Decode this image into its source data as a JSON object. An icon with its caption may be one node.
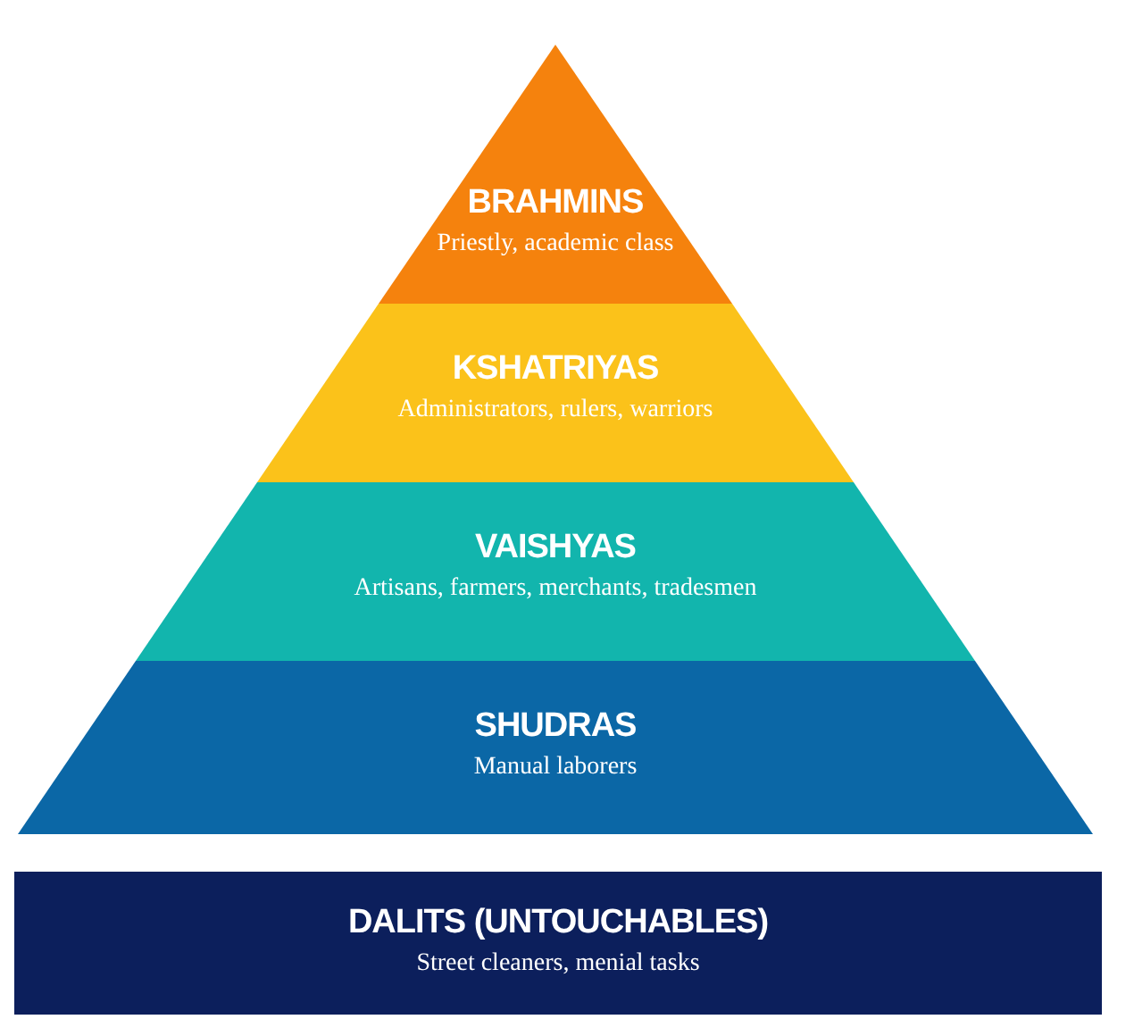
{
  "diagram": {
    "nodes": [
      {
        "text": [
          "BRAHMINS",
          "Priestly, academic class"
        ]
      },
      {
        "text": [
          "KSHATRIYAS",
          "Administrators, rulers, warriors"
        ]
      },
      {
        "text": [
          "VAISHYAS",
          "Artisans, farmers, merchants, tradesmen"
        ]
      },
      {
        "text": [
          "SHUDRAS",
          "Manual laborers"
        ]
      },
      {
        "text": [
          "DALITS (UNTOUCHABLES)",
          "Street cleaners, menial tasks"
        ]
      }
    ],
    "edges": []
  }
}
